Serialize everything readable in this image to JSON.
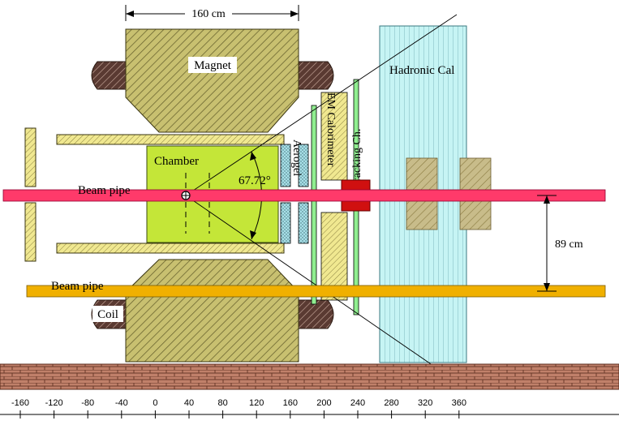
{
  "labels": {
    "dimension_top": "160 cm",
    "magnet": "Magnet",
    "hadronic_cal": "Hadronic Cal",
    "chamber": "Chamber",
    "angle": "67.72°",
    "aerogel": "Aerogel",
    "em_calorimeter": "EM Calorimeter",
    "tracking_ch": "Tracking Ch.",
    "beam_pipe_upper": "Beam pipe",
    "beam_pipe_lower": "Beam pipe",
    "dimension_right": "89 cm",
    "coil": "Coil"
  },
  "axis": {
    "ticks": [
      "-160",
      "-120",
      "-80",
      "-40",
      "0",
      "40",
      "80",
      "120",
      "160",
      "200",
      "240",
      "280",
      "320",
      "360"
    ]
  },
  "colors": {
    "magnet_fill": "#c8c070",
    "coil_fill": "#5a3a32",
    "hadronic_fill": "#c6f4f4",
    "chamber_fill": "#c4e638",
    "beam_upper": "#ff3a6a",
    "beam_lower": "#f0b000",
    "em_fill": "#f0e890",
    "tracking_fill": "#90ee90",
    "aerogel_fill": "#a8e0e8",
    "target_box": "#d01010",
    "floor_fill": "#c0806a",
    "hadronic_block": "#c8bc8a"
  }
}
